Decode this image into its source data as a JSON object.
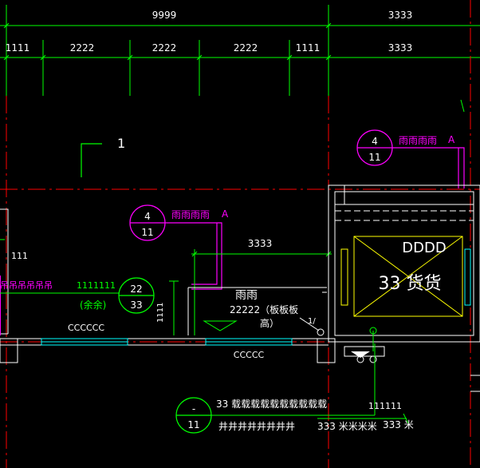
{
  "colors": {
    "background": "#000000",
    "dimension": "#00ff00",
    "axis": "#ff0000",
    "wall": "#ffffff",
    "annotation_magenta": "#ff00ff",
    "elevator": "#ffff00",
    "window": "#00ffff",
    "leader": "#00ff00"
  },
  "dimensions": {
    "top_total_left": "9999",
    "top_total_right": "3333",
    "segments": [
      "1111",
      "2222",
      "2222",
      "2222",
      "1111",
      "3333"
    ],
    "inner_span": "3333",
    "left_side": "111",
    "vertical_small": "1111"
  },
  "section_label": "1",
  "detail_callouts": [
    {
      "number": "4",
      "sheet": "11",
      "text": "雨雨雨雨",
      "letter": "A"
    },
    {
      "number": "4",
      "sheet": "11",
      "text": "雨雨雨雨",
      "letter": "A"
    }
  ],
  "door_callout": {
    "top": "22",
    "bottom": "33",
    "caption": "1111111",
    "note": "(余余)"
  },
  "left_wall_text": "吊吊吊吊吊吊",
  "window_labels": [
    "CCCCCC",
    "CCCCC"
  ],
  "canopy": {
    "title": "雨雨",
    "line2": "22222（板板板",
    "line3": "高）",
    "mark": "1/"
  },
  "elevator": {
    "tag": "DDDD",
    "label": "33 货货"
  },
  "bottom_callout": {
    "top": "-",
    "bottom": "11"
  },
  "bottom_notes": {
    "line1": "33 载载载载载载载载载载",
    "line2": "井井井井井井井井",
    "value": "111111",
    "dim1": "333 米米米米",
    "dim2": "333 米"
  }
}
